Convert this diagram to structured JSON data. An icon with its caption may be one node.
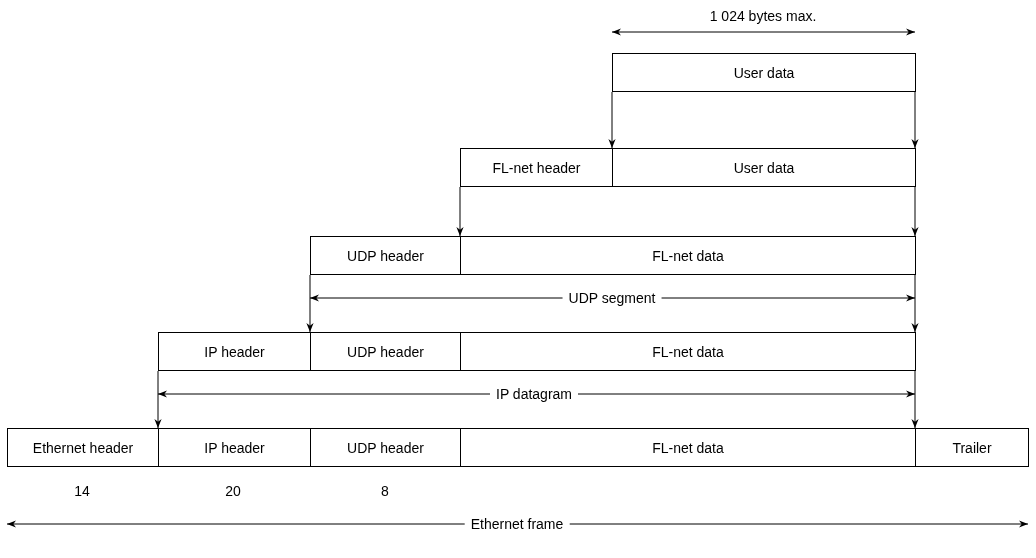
{
  "diagram": {
    "nodes": [
      {
        "text": [
          "User data"
        ]
      },
      {
        "text": [
          "FL-net header"
        ]
      },
      {
        "text": [
          "User data"
        ]
      },
      {
        "text": [
          "UDP header"
        ]
      },
      {
        "text": [
          "FL-net data"
        ]
      },
      {
        "text": [
          "IP header"
        ]
      },
      {
        "text": [
          "UDP header"
        ]
      },
      {
        "text": [
          "FL-net data"
        ]
      },
      {
        "text": [
          "Ethernet header"
        ]
      },
      {
        "text": [
          "IP header"
        ]
      },
      {
        "text": [
          "UDP header"
        ]
      },
      {
        "text": [
          "FL-net data"
        ]
      },
      {
        "text": [
          "Trailer"
        ]
      }
    ],
    "edges": [
      {
        "from": 0,
        "to": 2,
        "arrow": "to"
      },
      {
        "from": 0,
        "to": 2,
        "arrow": "to"
      },
      {
        "from": 1,
        "to": 4,
        "arrow": "to"
      },
      {
        "from": 2,
        "to": 4,
        "arrow": "to"
      },
      {
        "from": 3,
        "to": 6,
        "arrow": "to"
      },
      {
        "from": 4,
        "to": 7,
        "arrow": "to"
      },
      {
        "from": 5,
        "to": 9,
        "arrow": "to"
      },
      {
        "from": 7,
        "to": 11,
        "arrow": "to"
      }
    ],
    "labels": [
      "1 024 bytes max.",
      "UDP segment",
      "IP datagram",
      "14",
      "20",
      "8",
      "Ethernet frame"
    ]
  }
}
